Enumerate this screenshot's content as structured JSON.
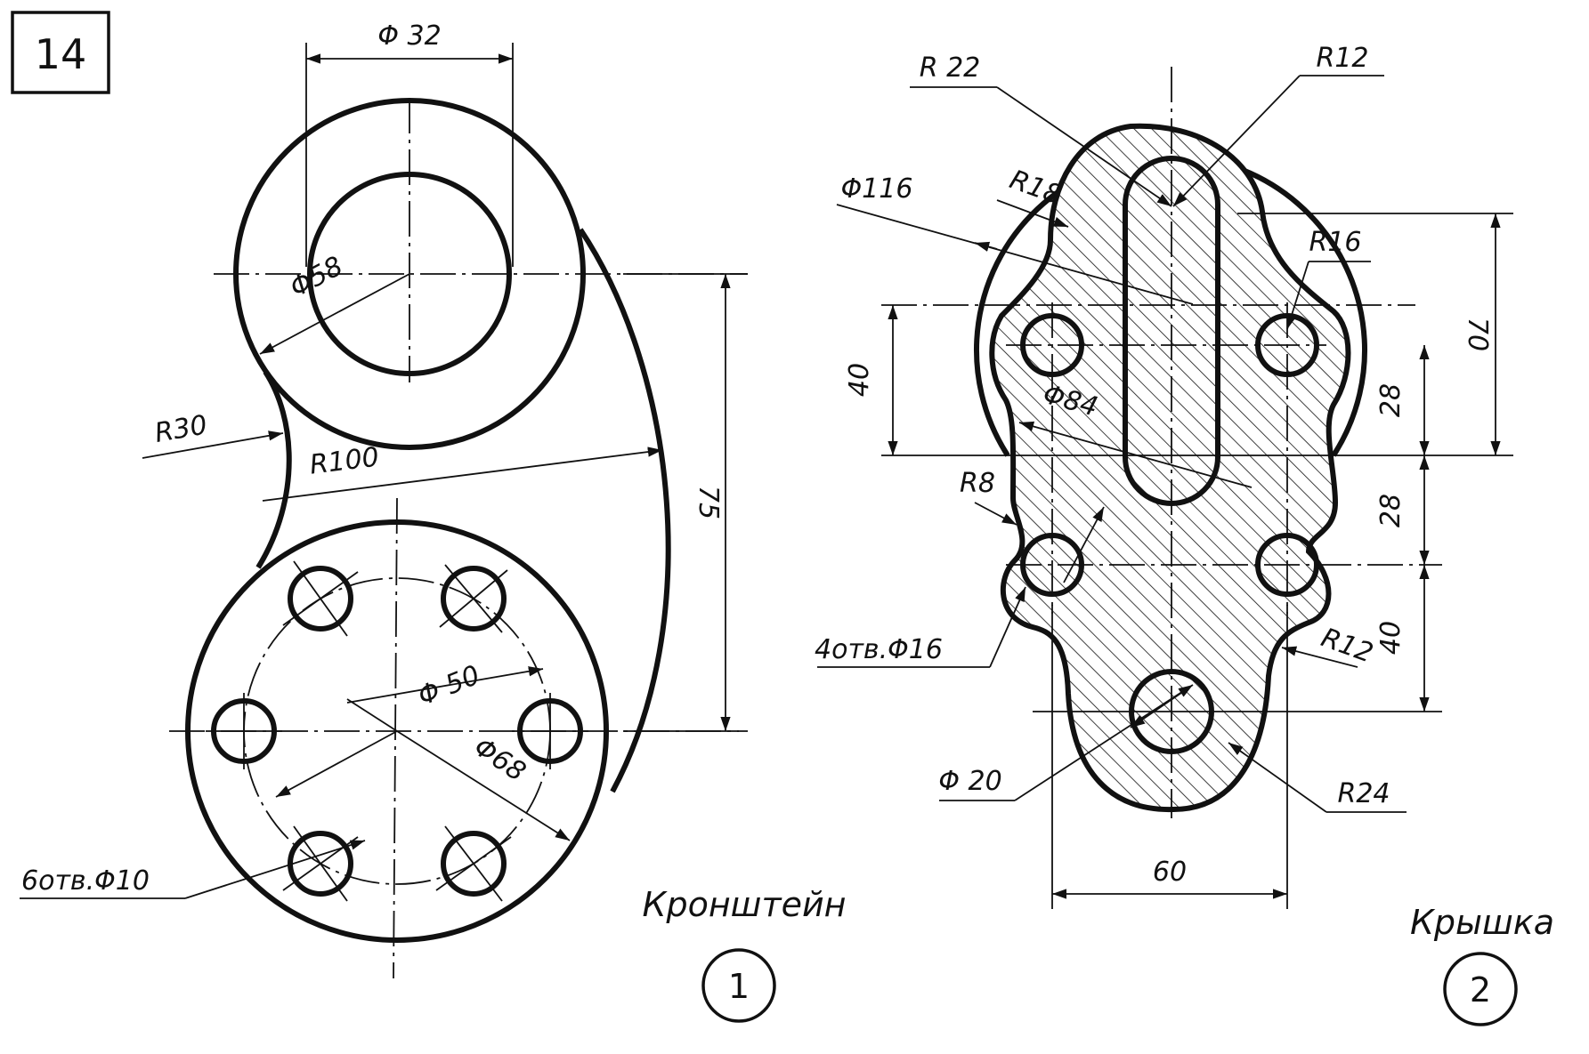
{
  "sheet_number": "14",
  "part1": {
    "name": "Кронштейн",
    "number": "1",
    "dims": {
      "phi32": "Φ 32",
      "phi58": "Φ58",
      "r30": "R30",
      "r100": "R100",
      "d75": "75",
      "phi50": "Φ 50",
      "phi68": "Φ68",
      "holes": "6отв.Φ10"
    }
  },
  "part2": {
    "name": "Крышка",
    "number": "2",
    "dims": {
      "r22": "R 22",
      "r12_top": "R12",
      "phi116": "Φ116",
      "r18": "R18",
      "r16": "R16",
      "d70": "70",
      "d40_left": "40",
      "d28_upper": "28",
      "phi84": "Φ84",
      "r8": "R8",
      "d28_lower": "28",
      "holes": "4отв.Φ16",
      "r12_right": "R12",
      "d40_right": "40",
      "phi20": "Φ 20",
      "r24": "R24",
      "d60": "60"
    }
  }
}
